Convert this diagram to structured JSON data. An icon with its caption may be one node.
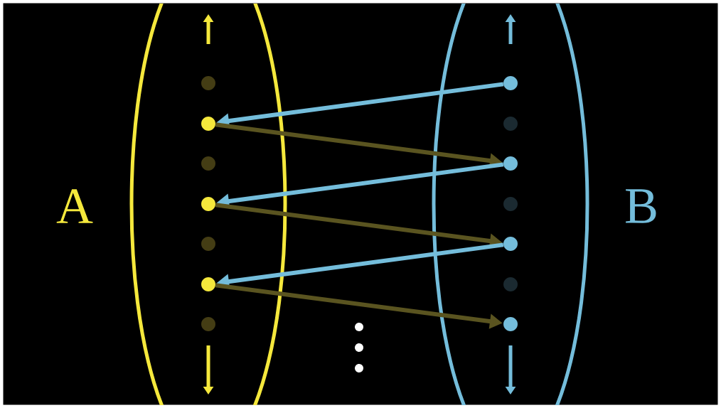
{
  "diagram": {
    "nodes": [
      {
        "text": [
          "A"
        ]
      },
      {
        "text": [],
        "shape": "circle",
        "in": 0
      },
      {
        "text": [],
        "shape": "circle",
        "in": 0
      },
      {
        "text": [],
        "shape": "circle",
        "in": 0
      },
      {
        "text": [],
        "shape": "circle",
        "in": 0
      },
      {
        "text": [],
        "shape": "circle",
        "in": 0
      },
      {
        "text": [],
        "shape": "circle",
        "in": 0
      },
      {
        "text": [],
        "shape": "circle",
        "in": 0
      },
      {
        "text": [
          "B"
        ]
      },
      {
        "text": [],
        "shape": "circle",
        "in": 8
      },
      {
        "text": [],
        "shape": "circle",
        "in": 8
      },
      {
        "text": [],
        "shape": "circle",
        "in": 8
      },
      {
        "text": [],
        "shape": "circle",
        "in": 8
      },
      {
        "text": [],
        "shape": "circle",
        "in": 8
      },
      {
        "text": [],
        "shape": "circle",
        "in": 8
      },
      {
        "text": [],
        "shape": "circle",
        "in": 8
      }
    ],
    "edges": [
      {
        "from": 9,
        "to": 2,
        "arrow": "to",
        "color": "#74bddb"
      },
      {
        "from": 2,
        "to": 11,
        "arrow": "to",
        "color": "#5a5420"
      },
      {
        "from": 11,
        "to": 4,
        "arrow": "to",
        "color": "#74bddb"
      },
      {
        "from": 4,
        "to": 13,
        "arrow": "to",
        "color": "#5a5420"
      },
      {
        "from": 13,
        "to": 6,
        "arrow": "to",
        "color": "#74bddb"
      },
      {
        "from": 6,
        "to": 15,
        "arrow": "to",
        "color": "#5a5420"
      }
    ]
  }
}
